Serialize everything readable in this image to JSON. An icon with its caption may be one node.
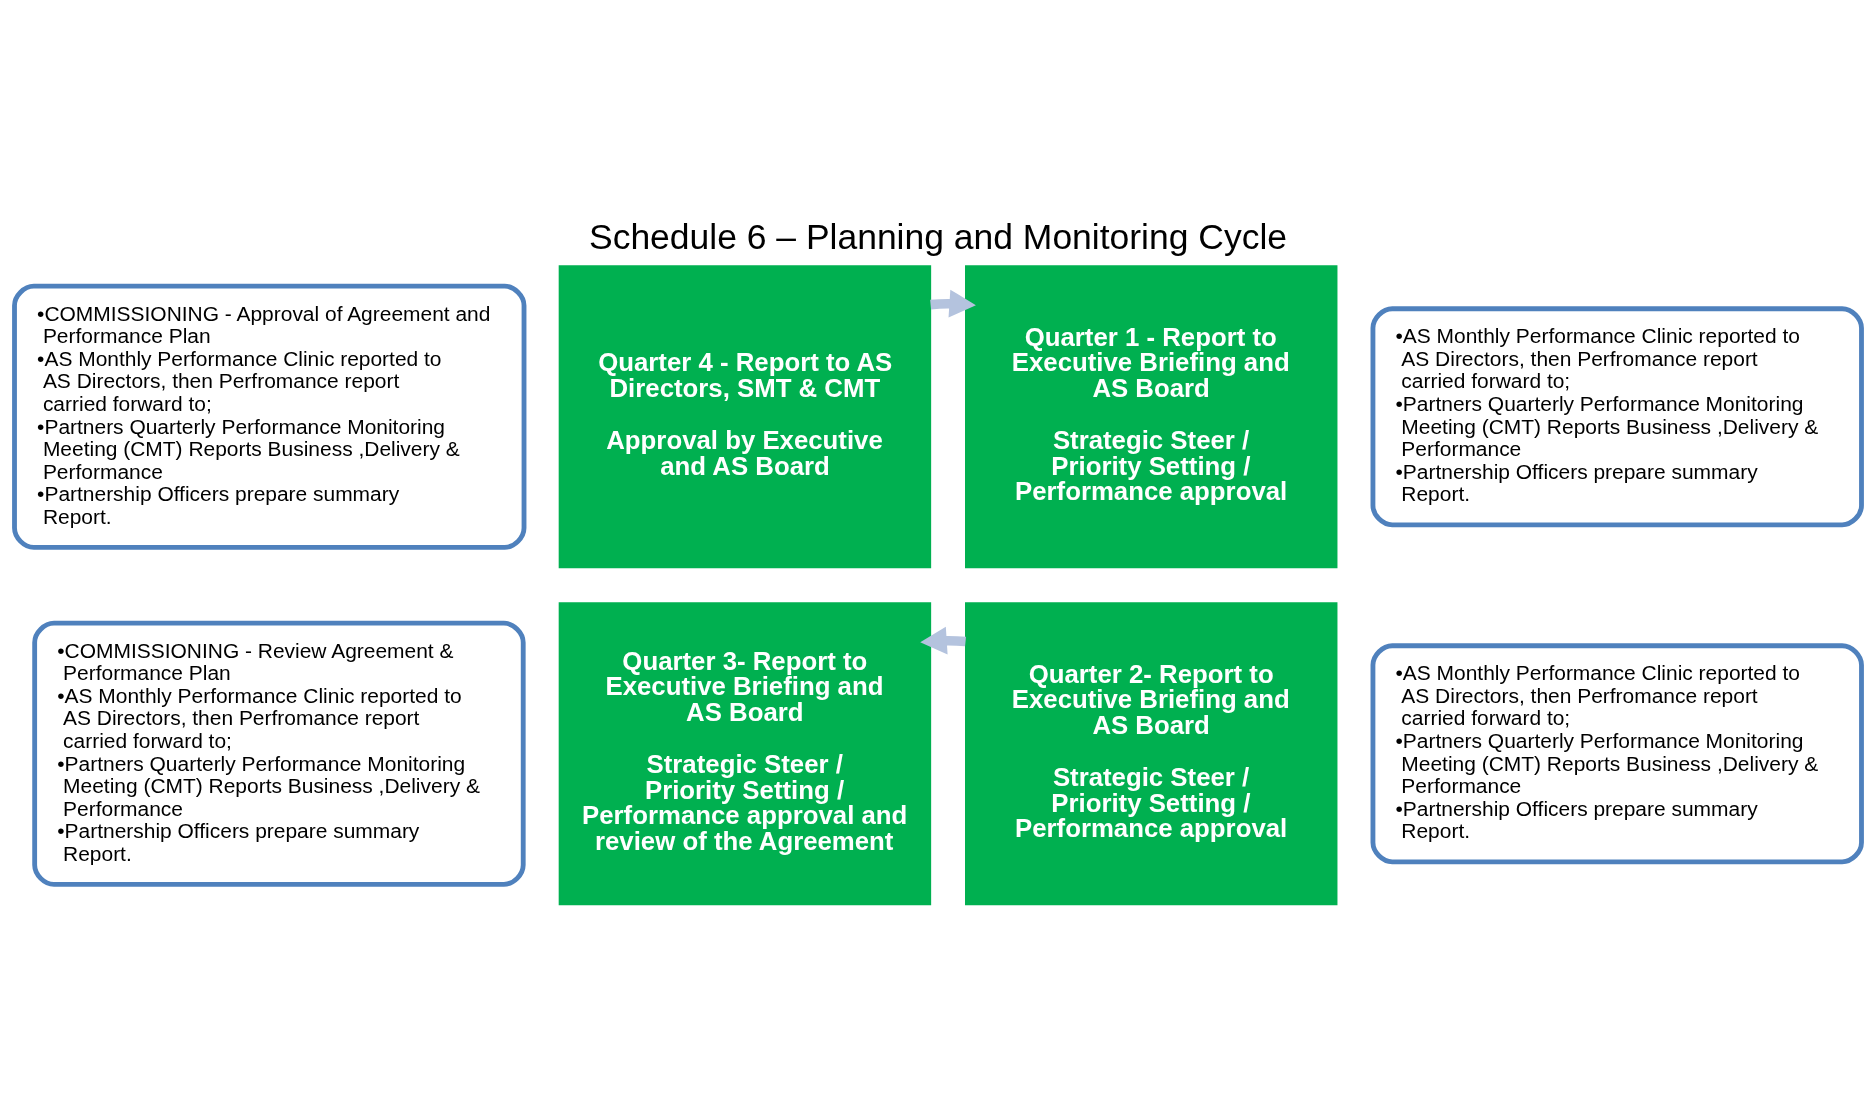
{
  "diagram": {
    "title": "Schedule 6 – Planning and Monitoring Cycle",
    "nodes": [
      {
        "text": [
          "•COMMISSIONING - Approval of Agreement and Performance Plan",
          "•AS Monthly Performance Clinic reported to AS Directors, then Perfromance report carried forward to;",
          "•Partners Quarterly Performance Monitoring Meeting (CMT) Reports Business ,Delivery & Performance",
          "•Partnership Officers prepare summary Report."
        ]
      },
      {
        "text": [
          "•AS Monthly Performance Clinic reported to AS Directors, then Perfromance report carried forward to;",
          "•Partners Quarterly Performance Monitoring Meeting (CMT) Reports Business ,Delivery & Performance",
          "•Partnership Officers prepare summary Report."
        ]
      },
      {
        "text": [
          "Quarter 4 - Report to AS Directors, SMT & CMT",
          "Approval by Executive and AS Board"
        ]
      },
      {
        "text": [
          "Quarter 1 - Report to Executive Briefing and AS Board",
          "Strategic Steer / Priority Setting / Performance approval"
        ]
      },
      {
        "text": [
          "Quarter 3- Report to Executive Briefing and AS Board",
          "Strategic Steer / Priority Setting / Performance approval and review of the Agreement"
        ]
      },
      {
        "text": [
          "Quarter 2- Report to Executive Briefing and AS Board",
          "Strategic Steer / Priority Setting / Performance approval"
        ]
      },
      {
        "text": [
          "•COMMISSIONING - Review Agreement & Performance Plan",
          "•AS Monthly Performance Clinic reported to AS Directors, then Perfromance report carried forward to;",
          "•Partners Quarterly Performance Monitoring Meeting (CMT) Reports Business ,Delivery & Performance",
          "•Partnership Officers prepare summary Report."
        ]
      },
      {
        "text": [
          "•AS Monthly Performance Clinic reported to AS Directors, then Perfromance report carried forward to;",
          "•Partners Quarterly Performance Monitoring Meeting (CMT) Reports Business ,Delivery & Performance",
          "•Partnership Officers prepare summary Report."
        ]
      }
    ],
    "edges": [
      {
        "from": 2,
        "to": 3,
        "arrow": "to",
        "color": "#b4c3de"
      },
      {
        "from": 5,
        "to": 4,
        "arrow": "to",
        "color": "#b4c3de"
      }
    ]
  }
}
